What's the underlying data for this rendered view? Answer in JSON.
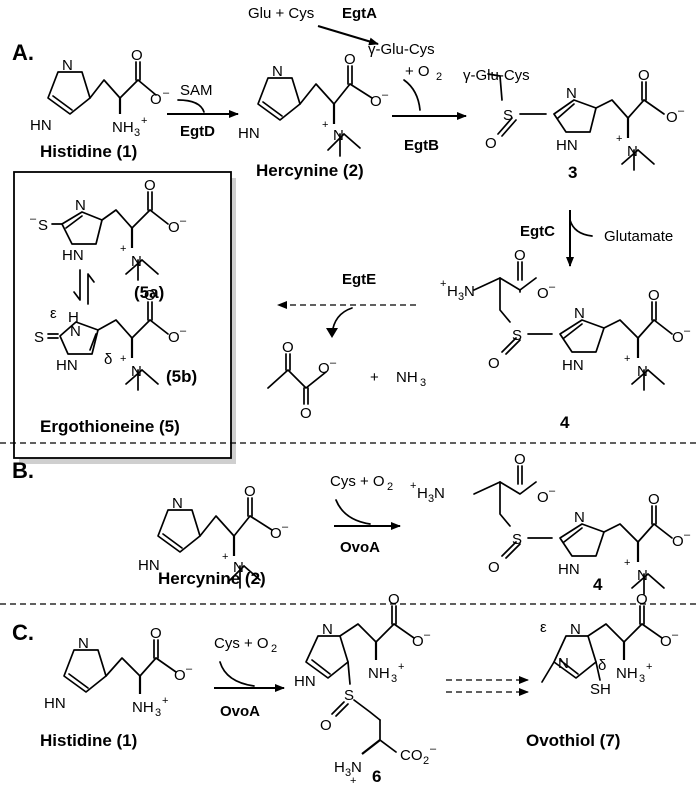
{
  "sections": {
    "a": "A.",
    "b": "B.",
    "c": "C."
  },
  "atoms": {
    "N": "N",
    "HN": "HN",
    "NH3": "NH",
    "NH3_plus": "+",
    "O": "O",
    "O_minus": "–",
    "Nplus": "N",
    "S": "S",
    "H3N": "H",
    "H3N_sub": "3",
    "H3N_N": "N",
    "SH": "SH",
    "S_minus": "S",
    "CO2": "CO",
    "CO2_sub": "2",
    "H3N_c": "H",
    "H3N_c_sub": "3",
    "H3N_c_N": "N",
    "plus": "+"
  },
  "compounds": {
    "histidine": "Histidine (1)",
    "hercynine": "Hercynine (2)",
    "c3": "3",
    "c4": "4",
    "c5a": "(5a)",
    "c5b": "(5b)",
    "ergothioneine": "Ergothioneine (5)",
    "c6": "6",
    "ovothiol": "Ovothiol (7)",
    "hercynine_b": "Hercynine (2)",
    "c4_b": "4",
    "histidine_c": "Histidine (1)"
  },
  "reagents": {
    "glu_cys": "Glu + Cys",
    "gglucys": "γ-Glu-Cys",
    "o2": "+ O",
    "o2_sub": "2",
    "sam": "SAM",
    "glutamate": "Glutamate",
    "nh3": "NH",
    "nh3_sub": "3",
    "plus": "+",
    "cys_o2": "Cys + O",
    "cys_o2_sub": "2",
    "cys_o2_c": "Cys + O",
    "cys_o2_c_sub": "2"
  },
  "enzymes": {
    "egta": "EgtA",
    "egtd": "EgtD",
    "egtb": "EgtB",
    "egtc": "EgtC",
    "egte": "EgtE",
    "ovoa_b": "OvoA",
    "ovoa_c": "OvoA"
  },
  "greek": {
    "epsilon": "ε",
    "delta": "δ"
  }
}
